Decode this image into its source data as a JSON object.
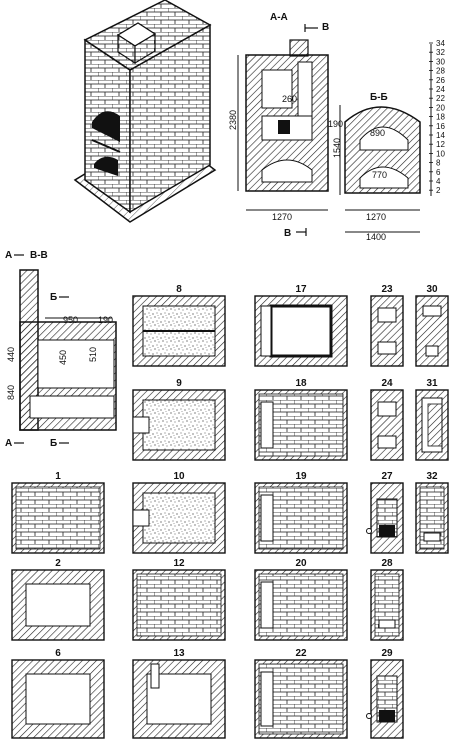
{
  "sections": {
    "aa": "A-A",
    "bb": "Б-Б",
    "vv": "В-В",
    "cut_a": "A",
    "cut_b": "Б",
    "cut_v": "В"
  },
  "dimensions": {
    "height_2380": "2380",
    "width_1270_front": "1270",
    "flue_260": "260",
    "side_1540": "1540",
    "side_190": "190",
    "arch_890": "890",
    "arch_770": "770",
    "width_1270_side": "1270",
    "width_1400": "1400",
    "vv_950": "950",
    "vv_190": "190",
    "vv_440": "440",
    "vv_450": "450",
    "vv_510": "510",
    "vv_840": "840"
  },
  "row_scale": [
    "34",
    "32",
    "30",
    "28",
    "26",
    "24",
    "22",
    "20",
    "18",
    "16",
    "14",
    "12",
    "10",
    "8",
    "6",
    "4",
    "2"
  ],
  "layers": [
    "8",
    "17",
    "23",
    "30",
    "9",
    "18",
    "24",
    "31",
    "1",
    "10",
    "19",
    "27",
    "32",
    "2",
    "12",
    "20",
    "28",
    "6",
    "13",
    "22",
    "29"
  ],
  "colors": {
    "ink": "#111111",
    "background": "#ffffff",
    "hatch": "#333333"
  }
}
